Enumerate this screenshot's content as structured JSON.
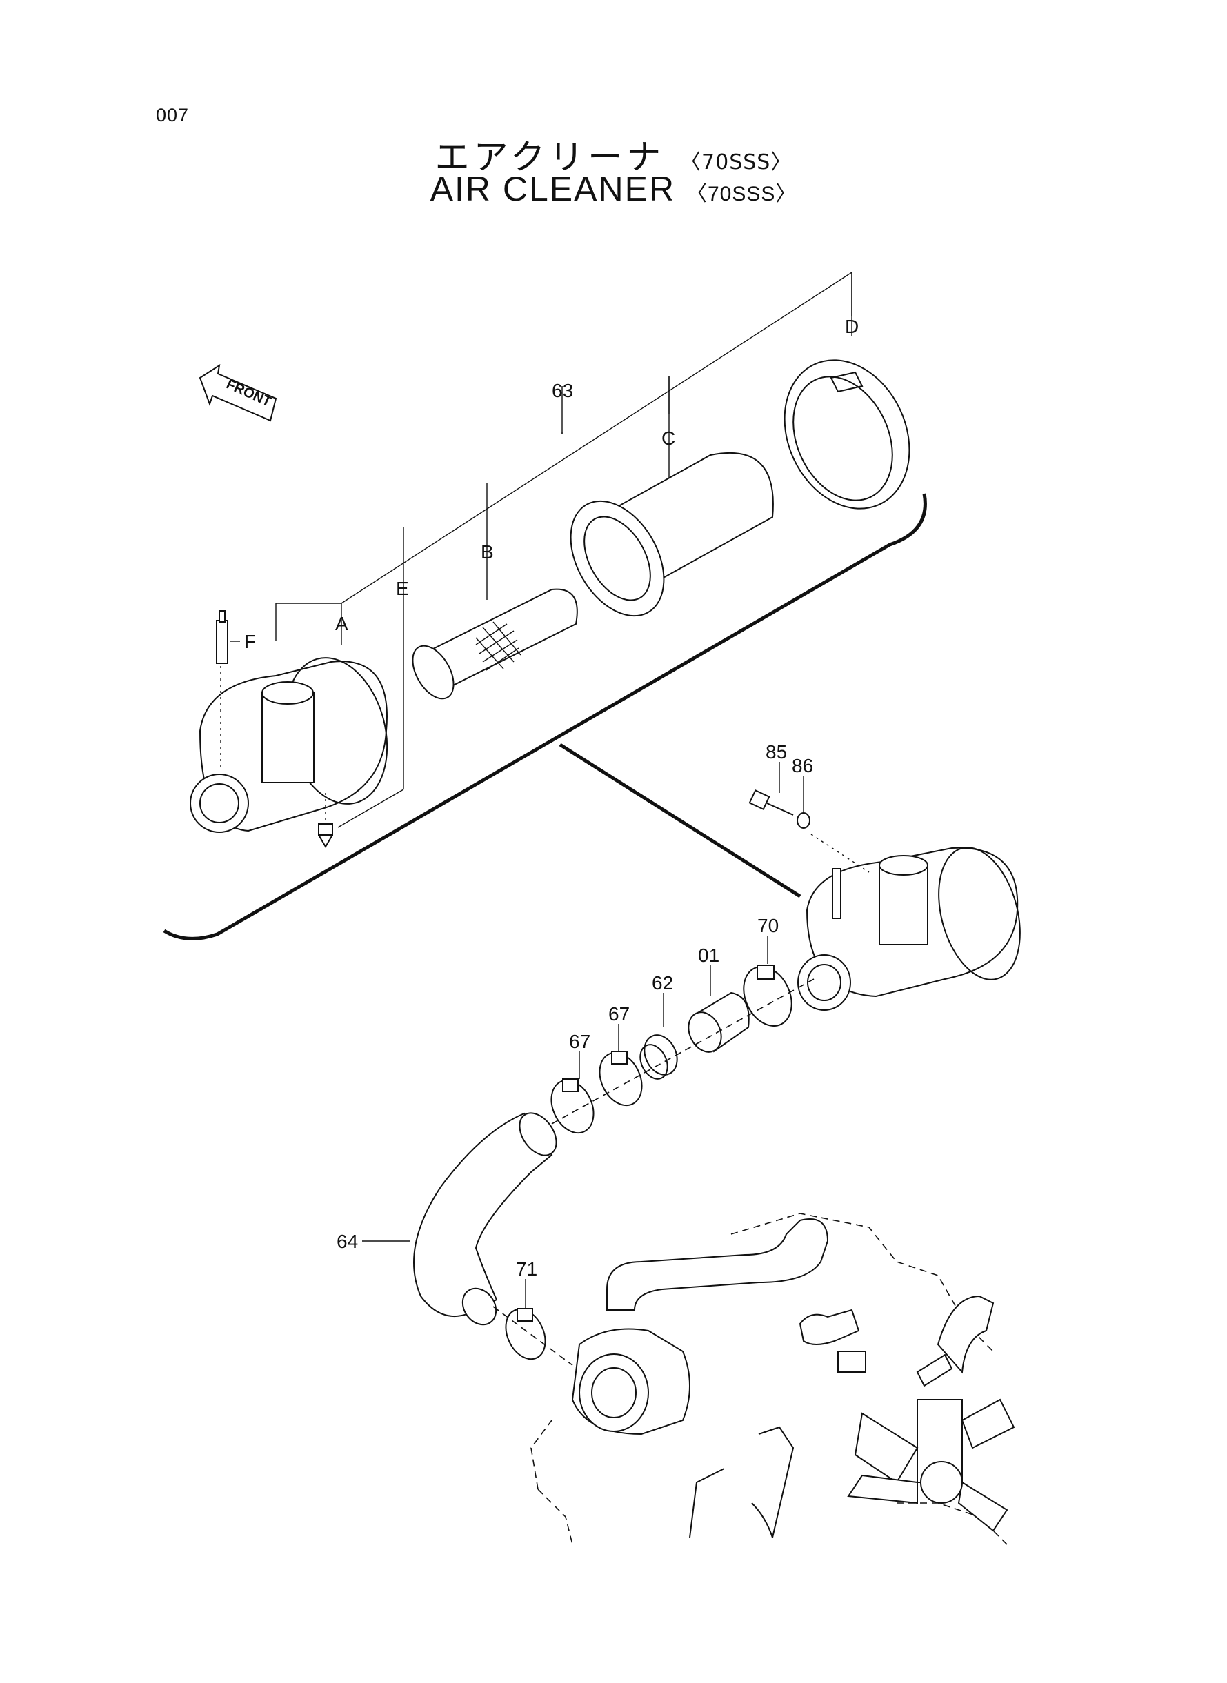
{
  "page_number": "007",
  "title_jp": "エアクリーナ",
  "title_jp_suffix": "〈70SSS〉",
  "title_en": "AIR  CLEANER",
  "title_en_suffix": "〈70SSS〉",
  "front_label": "FRONT",
  "callouts": {
    "c63": "63",
    "cA": "A",
    "cB": "B",
    "cC": "C",
    "cD": "D",
    "cE": "E",
    "cF": "F",
    "c85": "85",
    "c86": "86",
    "c70": "70",
    "c01": "01",
    "c62": "62",
    "c67a": "67",
    "c67b": "67",
    "c64": "64",
    "c71": "71"
  }
}
